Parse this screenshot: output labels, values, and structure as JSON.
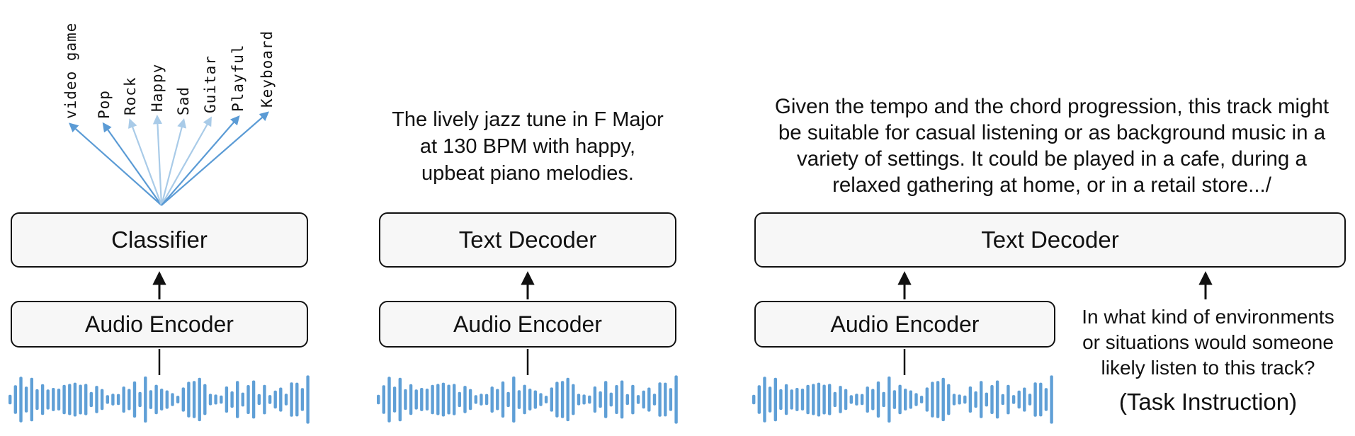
{
  "diagram": {
    "panels": [
      {
        "name": "audio-classification",
        "class_labels": [
          "video game",
          "Pop",
          "Rock",
          "Happy",
          "Sad",
          "Guitar",
          "Playful",
          "Keyboard"
        ],
        "top_box_label": "Classifier",
        "encoder_label": "Audio Encoder"
      },
      {
        "name": "audio-captioning",
        "caption": "The lively jazz tune in F Major\nat 130 BPM with happy,\nupbeat piano melodies.",
        "top_box_label": "Text Decoder",
        "encoder_label": "Audio Encoder"
      },
      {
        "name": "instruction-following",
        "caption": "Given the tempo and the chord progression, this track might\nbe suitable for casual listening or as background music in a\nvariety of settings. It could be played in a cafe, during a\nrelaxed gathering at home, or in a retail store.../",
        "top_box_label": "Text Decoder",
        "encoder_label": "Audio Encoder",
        "task_instruction": "In what kind of environments\nor situations would someone\nlikely listen to this track?",
        "task_instruction_caption": "(Task Instruction)"
      }
    ],
    "colors": {
      "arrow_dark_blue": "#5b9bd5",
      "arrow_light_blue": "#a9cbe8",
      "waveform_blue": "#5f9fd6",
      "box_fill": "#f7f7f7",
      "box_border": "#111111",
      "arrow_black": "#111111"
    },
    "icons": {
      "waveform": "audio-waveform-icon",
      "fan": "classification-fan-arrows",
      "up_arrow": "up-arrow-icon"
    }
  }
}
